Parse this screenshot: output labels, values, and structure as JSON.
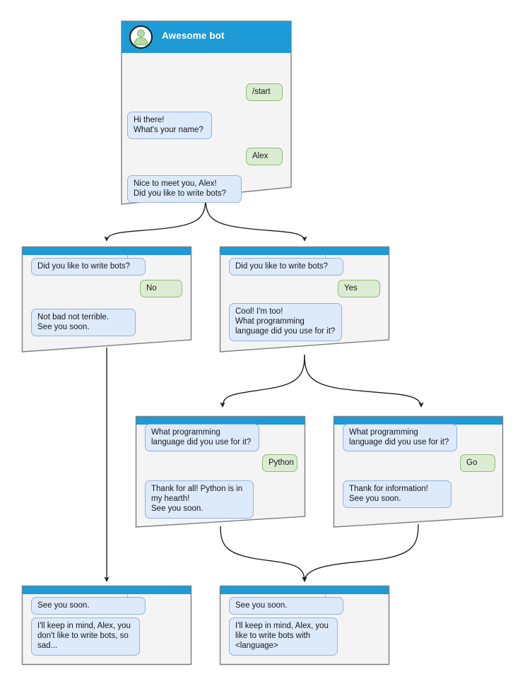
{
  "diagram": {
    "title": "Awesome bot conversation flow",
    "colors": {
      "header": "#1e9ad6",
      "bot_bubble_bg": "#ddeafa",
      "bot_bubble_border": "#8fb3dd",
      "user_bubble_bg": "#dcecd2",
      "user_bubble_border": "#8dbb72",
      "node_bg": "#f4f4f4",
      "node_border": "#7d7d7d",
      "edge": "#1a1a1a",
      "canvas": "#ffffff"
    },
    "icons": {
      "avatar": "user-avatar-icon"
    }
  },
  "nodes": [
    {
      "id": "start",
      "header": {
        "type": "tall",
        "title": "Awesome bot",
        "avatar": "user-avatar-icon"
      },
      "messages": [
        {
          "role": "user",
          "text": "/start"
        },
        {
          "role": "bot",
          "text": "Hi there!\nWhat's your name?"
        },
        {
          "role": "user",
          "text": "Alex"
        },
        {
          "role": "bot",
          "text": "Nice to meet you, Alex!\nDid you like to write bots?"
        }
      ]
    },
    {
      "id": "no-branch",
      "header": {
        "type": "short",
        "title": "",
        "avatar": ""
      },
      "messages": [
        {
          "role": "bot",
          "text": "Did you like to write bots?"
        },
        {
          "role": "user",
          "text": "No"
        },
        {
          "role": "bot",
          "text": "Not bad not terrible.\nSee you soon."
        }
      ]
    },
    {
      "id": "yes-branch",
      "header": {
        "type": "short",
        "title": "",
        "avatar": ""
      },
      "messages": [
        {
          "role": "bot",
          "text": "Did you like to write bots?"
        },
        {
          "role": "user",
          "text": "Yes"
        },
        {
          "role": "bot",
          "text": "Cool! I'm too!\nWhat programming\nlanguage did you use for it?"
        }
      ]
    },
    {
      "id": "python-branch",
      "header": {
        "type": "short",
        "title": "",
        "avatar": ""
      },
      "messages": [
        {
          "role": "bot",
          "text": "What programming\nlanguage did you use for it?"
        },
        {
          "role": "user",
          "text": "Python"
        },
        {
          "role": "bot",
          "text": "Thank for all! Python is in\nmy hearth!\nSee you soon."
        }
      ]
    },
    {
      "id": "go-branch",
      "header": {
        "type": "short",
        "title": "",
        "avatar": ""
      },
      "messages": [
        {
          "role": "bot",
          "text": "What programming\nlanguage did you use for it?"
        },
        {
          "role": "user",
          "text": "Go"
        },
        {
          "role": "bot",
          "text": "Thank for information!\nSee you soon."
        }
      ]
    },
    {
      "id": "end-sad",
      "header": {
        "type": "short",
        "title": "",
        "avatar": ""
      },
      "messages": [
        {
          "role": "bot",
          "text": "See you soon."
        },
        {
          "role": "bot",
          "text": "I'll keep in mind, Alex, you\ndon't like to write bots, so\nsad..."
        }
      ]
    },
    {
      "id": "end-happy",
      "header": {
        "type": "short",
        "title": "",
        "avatar": ""
      },
      "messages": [
        {
          "role": "bot",
          "text": "See you soon."
        },
        {
          "role": "bot",
          "text": "I'll keep in mind, Alex, you\nlike to write bots with\n<language>"
        }
      ]
    }
  ]
}
